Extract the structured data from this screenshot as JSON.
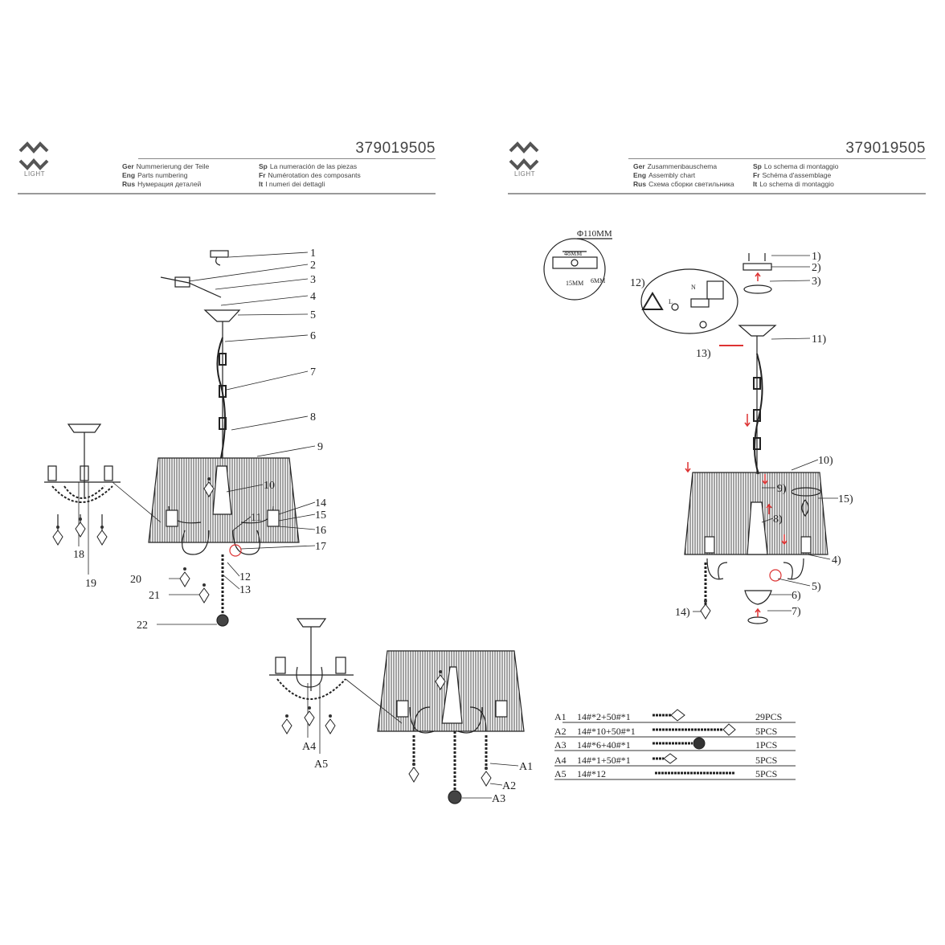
{
  "brand": {
    "logo_text": "LIGHT"
  },
  "left_sheet": {
    "code": "379019505",
    "langs": [
      {
        "code": "Ger",
        "text": "Nummerierung der Teile"
      },
      {
        "code": "Eng",
        "text": "Parts numbering"
      },
      {
        "code": "Rus",
        "text": "Нумерация деталей"
      },
      {
        "code": "Sp",
        "text": "La numeración de las piezas"
      },
      {
        "code": "Fr",
        "text": "Numérotation des composants"
      },
      {
        "code": "It",
        "text": "I numeri dei dettagli"
      }
    ],
    "labels": [
      "1",
      "2",
      "3",
      "4",
      "5",
      "6",
      "7",
      "8",
      "9",
      "10",
      "11",
      "12",
      "13",
      "14",
      "15",
      "16",
      "17",
      "18",
      "19",
      "20",
      "21",
      "22"
    ],
    "bottom_labels": [
      "A1",
      "A2",
      "A3",
      "A4",
      "A5"
    ]
  },
  "right_sheet": {
    "code": "379019505",
    "langs": [
      {
        "code": "Ger",
        "text": "Zusammenbauschema"
      },
      {
        "code": "Eng",
        "text": "Assembly chart"
      },
      {
        "code": "Rus",
        "text": "Схема сборки светильника"
      },
      {
        "code": "Sp",
        "text": "Lo schema di montaggio"
      },
      {
        "code": "Fr",
        "text": "Schéma d'assemblage"
      },
      {
        "code": "It",
        "text": "Lo schema di montaggio"
      }
    ],
    "bracket": {
      "diameter": "Φ110MM",
      "width": "48MM",
      "offset": "15MM",
      "height": "6MM"
    },
    "wire_labels": {
      "n": "N",
      "l": "L"
    },
    "labels": [
      "1)",
      "2)",
      "3)",
      "4)",
      "5)",
      "6)",
      "7)",
      "8)",
      "9)",
      "10)",
      "11)",
      "12)",
      "13)",
      "14)",
      "15)"
    ]
  },
  "parts_table": [
    {
      "id": "A1",
      "spec": "14#*2+50#*1",
      "qty": "29PCS"
    },
    {
      "id": "A2",
      "spec": "14#*10+50#*1",
      "qty": "5PCS"
    },
    {
      "id": "A3",
      "spec": "14#*6+40#*1",
      "qty": "1PCS"
    },
    {
      "id": "A4",
      "spec": "14#*1+50#*1",
      "qty": "5PCS"
    },
    {
      "id": "A5",
      "spec": "14#*12",
      "qty": "5PCS"
    }
  ],
  "colors": {
    "arrow": "#d33",
    "line": "#222"
  }
}
